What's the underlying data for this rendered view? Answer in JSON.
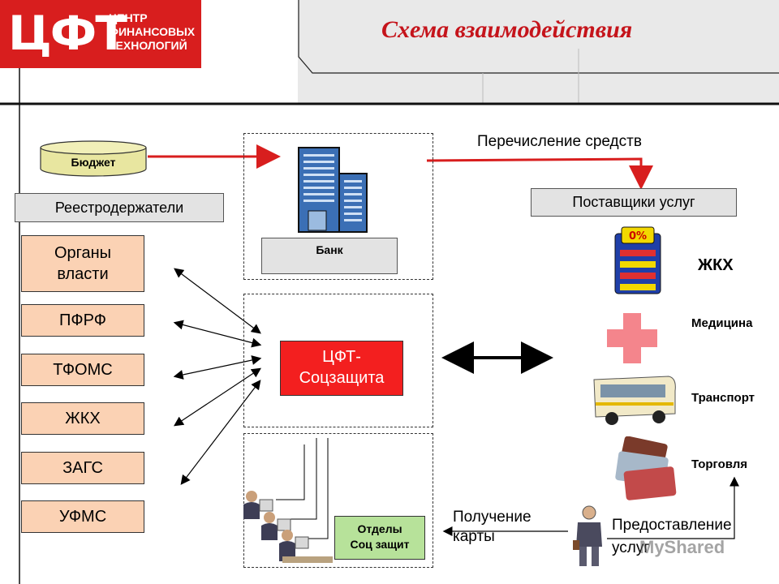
{
  "header": {
    "logo_big": "ЦФТ",
    "logo_line1": "ЦЕНТР",
    "logo_line2": "ФИНАНСОВЫХ",
    "logo_line3": "ТЕХНОЛОГИЙ",
    "title": "Схема взаимодействия"
  },
  "nodes": {
    "budget": "Бюджет",
    "registry": "Реестродержатели",
    "bank": "Банк",
    "center": "ЦФТ-\nСоцзащита",
    "providers": "Поставщики услуг",
    "departments": "Отделы\nСоц защит"
  },
  "left_list": [
    "Органы\nвласти",
    "ПФРФ",
    "ТФОМС",
    "ЖКХ",
    "ЗАГС",
    "УФМС"
  ],
  "categories": [
    "ЖКХ",
    "Медицина",
    "Транспорт",
    "Торговля"
  ],
  "labels": {
    "transfer": "Перечисление средств",
    "get_card": "Получение\nкарты",
    "services": "Предоставление\nуслуг"
  },
  "watermark": "MyShared",
  "colors": {
    "brand_red": "#d81e1e",
    "left_fill": "#fbd2b4",
    "center_fill": "#f31f1f"
  }
}
